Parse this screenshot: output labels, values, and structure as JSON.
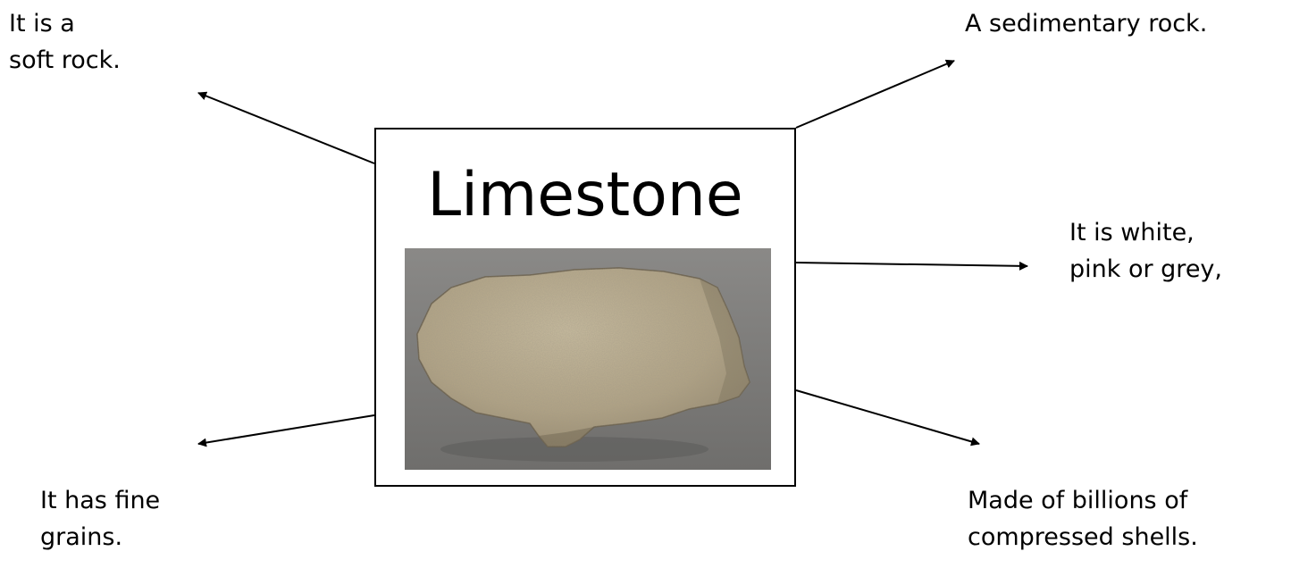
{
  "diagram": {
    "title": "Limestone",
    "labels": {
      "top_left": [
        "It is a",
        "soft rock."
      ],
      "top_right": [
        "A sedimentary rock."
      ],
      "middle_right": [
        "It is white,",
        "pink or grey,"
      ],
      "bottom_left": [
        "It has fine",
        "grains."
      ],
      "bottom_right": [
        "Made of billions of",
        "compressed shells."
      ]
    }
  },
  "colors": {
    "photo_background": "#7d7c7a",
    "rock": "#b7a98a",
    "arrow": "#000000"
  }
}
